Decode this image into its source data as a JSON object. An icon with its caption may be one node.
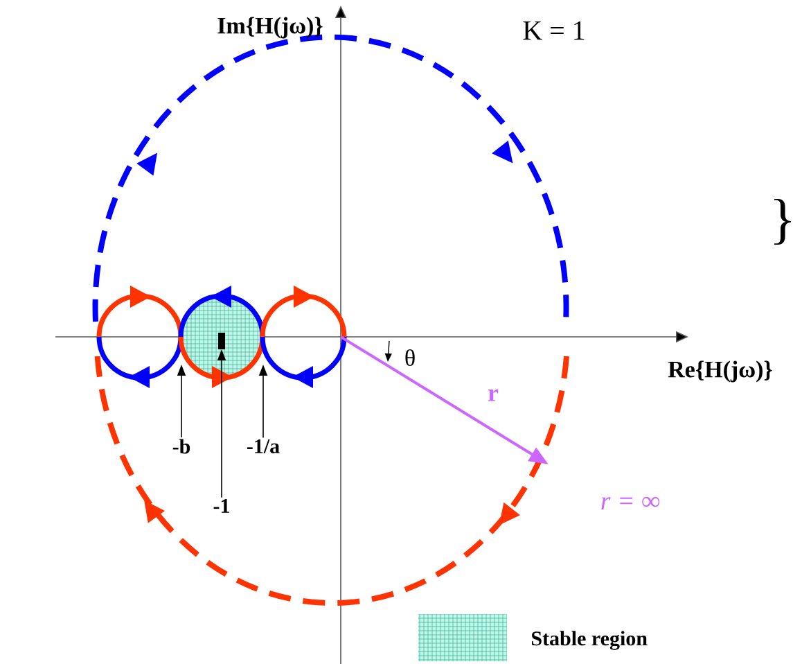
{
  "diagram": {
    "nodes": [
      {
        "text": [
          "-b"
        ]
      },
      {
        "text": [
          "-1"
        ]
      },
      {
        "text": [
          "-1/a"
        ]
      },
      {
        "text": [],
        "shape": "picture"
      }
    ],
    "edges": [
      {
        "from": 0,
        "to": 3,
        "arrow": "to"
      },
      {
        "from": 1,
        "to": 3,
        "arrow": "to"
      },
      {
        "from": 2,
        "to": 3,
        "arrow": "to"
      }
    ],
    "labels": [
      "Im{H(jω)}",
      "K = 1",
      "}",
      "Re{H(jω)}",
      "θ",
      "r",
      "r = ∞"
    ],
    "legend": [
      {
        "text": "Stable region"
      }
    ]
  }
}
